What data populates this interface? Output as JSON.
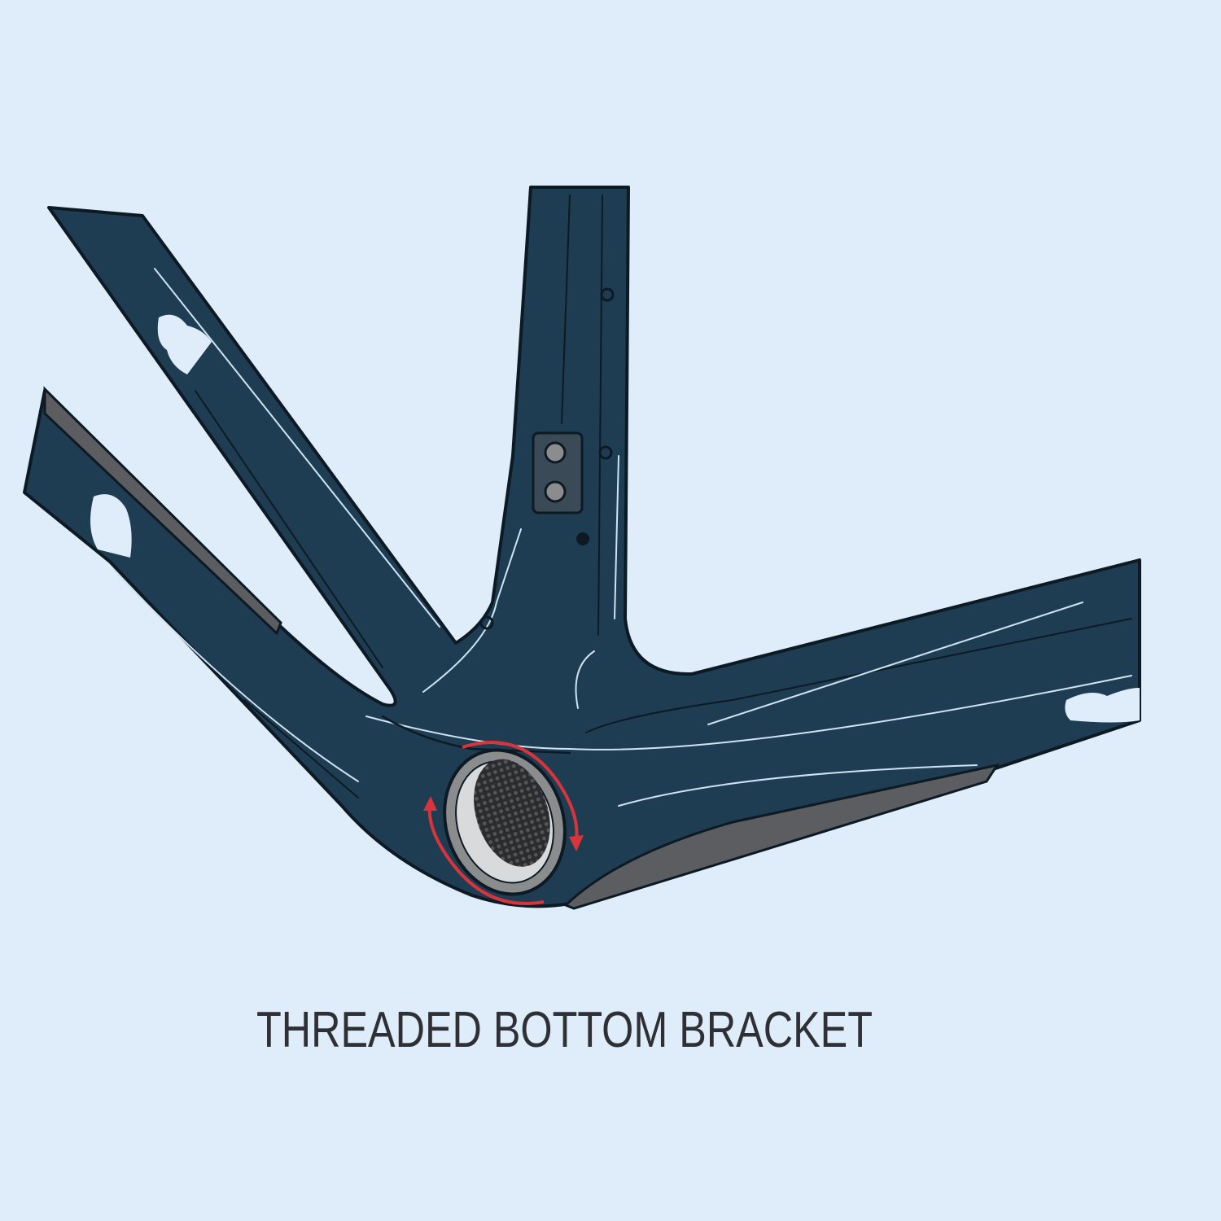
{
  "caption": "THREADED BOTTOM BRACKET",
  "colors": {
    "background": "#deedf9",
    "frame": "#1f3d52",
    "outline": "#0d1a24",
    "highlight": "#cfe3f2",
    "accent_arrow": "#d9343a",
    "shell_ring": "#8a8c8e",
    "guard": "#5b5d60",
    "caption": "#2e3035"
  },
  "icons": [
    "rotation-arrow-clockwise",
    "rotation-arrow-counterclockwise"
  ]
}
